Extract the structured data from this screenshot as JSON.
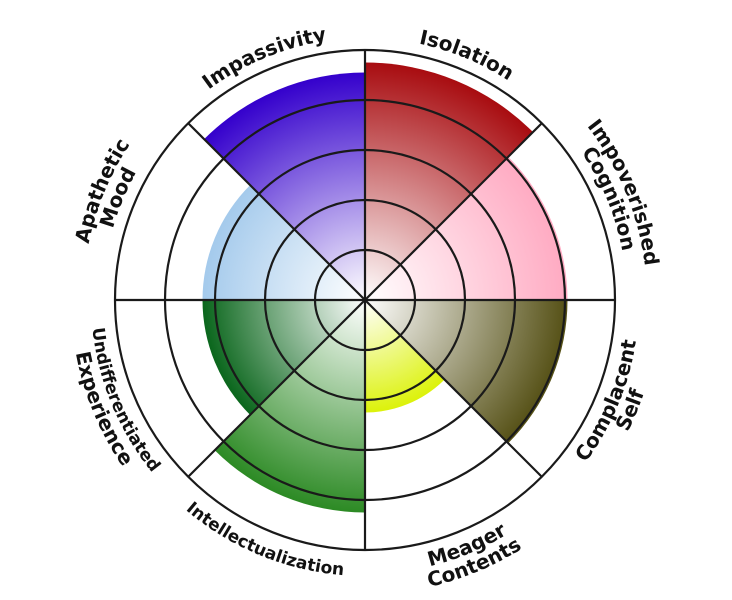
{
  "chart_data": {
    "type": "polar-area",
    "title": "",
    "radial_range": [
      0,
      5
    ],
    "rings": [
      1,
      2,
      3,
      4,
      5
    ],
    "grid": true,
    "categories": [
      {
        "name": "Isolation",
        "lines": [
          "Isolation"
        ],
        "value": 4.75,
        "color": "#a80c10"
      },
      {
        "name": "Impoverished Cognition",
        "lines": [
          "Impoverished",
          "Cognition"
        ],
        "value": 4.05,
        "color": "#ffaac2"
      },
      {
        "name": "Complacent Self",
        "lines": [
          "Complacent",
          "Self"
        ],
        "value": 4.05,
        "color": "#555015"
      },
      {
        "name": "Meager Contents",
        "lines": [
          "Meager",
          "Contents"
        ],
        "value": 2.25,
        "color": "#dcf20a"
      },
      {
        "name": "Intellectualization",
        "lines": [
          "Intellectualization"
        ],
        "value": 4.25,
        "color": "#2c8a24"
      },
      {
        "name": "Undifferentiated Experience",
        "lines": [
          "Undifferentiated",
          "Experience"
        ],
        "value": 3.25,
        "color": "#0a661c"
      },
      {
        "name": "Apathetic Mood",
        "lines": [
          "Apathetic",
          "Mood"
        ],
        "value": 3.25,
        "color": "#a4caec"
      },
      {
        "name": "Impassivity",
        "lines": [
          "Impassivity"
        ],
        "value": 4.55,
        "color": "#3400cc"
      }
    ]
  }
}
